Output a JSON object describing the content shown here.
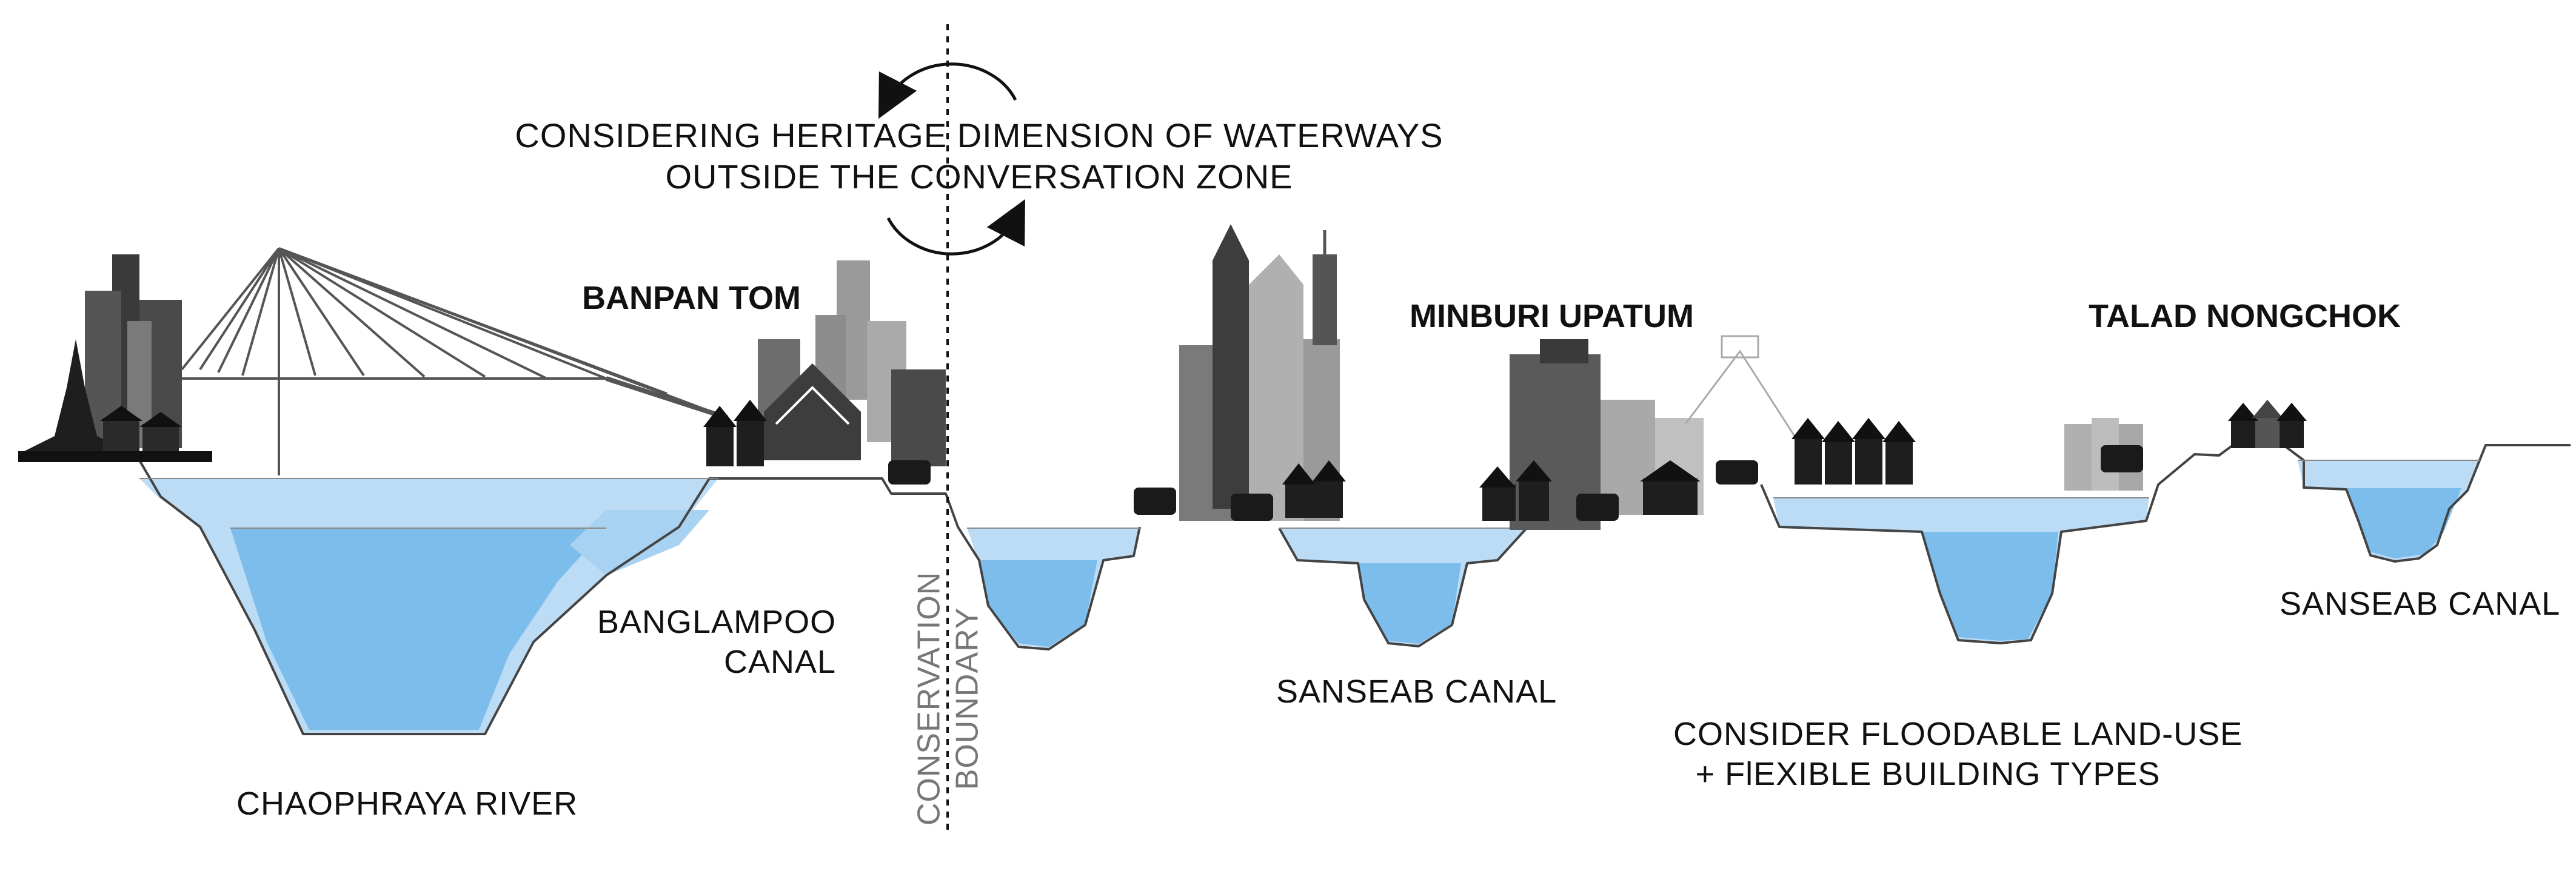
{
  "heading_line1": "CONSIDERING HERITAGE DIMENSION OF WATERWAYS",
  "heading_line2": "OUTSIDE THE CONVERSATION ZONE",
  "place_banpan_tom": "BANPAN TOM",
  "place_minburi_upatum": "MINBURI UPATUM",
  "place_talad_nongchok": "TALAD NONGCHOK",
  "waterway_chaophraya": "CHAOPHRAYA  RIVER",
  "waterway_banglampoo_line1": "BANGLAMPOO",
  "waterway_banglampoo_line2": "CANAL",
  "boundary_line1": "CONSERVATION",
  "boundary_line2": "BOUNDARY",
  "waterway_sanseab_middle": "SANSEAB CANAL",
  "waterway_sanseab_right": "SANSEAB CANAL",
  "note_line1": "CONSIDER FLOODABLE LAND-USE",
  "note_line2": "+ FlEXIBLE BUILDING TYPES",
  "colors": {
    "water_light": "#bcdcf5",
    "water_deep": "#7dbdec",
    "building_dark": "#3a3a3a",
    "building_mid": "#6f6f6f",
    "building_light": "#a9a9a9",
    "ground_line": "#444444"
  }
}
